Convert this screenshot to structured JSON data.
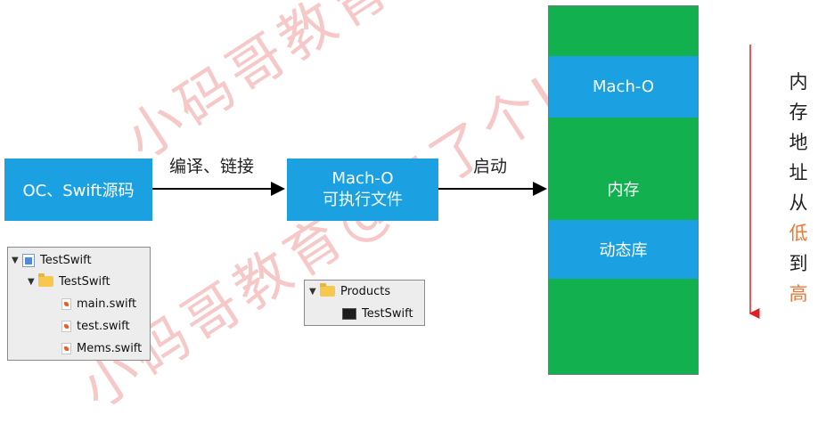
{
  "watermark": {
    "text": "小码哥教育@M了个J",
    "color": "#f6c8c8"
  },
  "colors": {
    "box_blue": "#1ba1e2",
    "memory_green": "#12b04f",
    "arrow_black": "#000000",
    "address_arrow_red": "#e02020",
    "highlight_orange": "#ee7733"
  },
  "source_box": {
    "label": "OC、Swift源码"
  },
  "edge1_label": "编译、链接",
  "macho_box": {
    "line1": "Mach-O",
    "line2": "可执行文件"
  },
  "edge2_label": "启动",
  "memory": {
    "segments": [
      {
        "label": "",
        "color": "green"
      },
      {
        "label": "Mach-O",
        "color": "blue"
      },
      {
        "label": "内存",
        "color": "green"
      },
      {
        "label": "动态库",
        "color": "blue"
      },
      {
        "label": "",
        "color": "green"
      }
    ]
  },
  "address_note": {
    "chars": [
      {
        "c": "内",
        "highlight": false
      },
      {
        "c": "存",
        "highlight": false
      },
      {
        "c": "地",
        "highlight": false
      },
      {
        "c": "址",
        "highlight": false
      },
      {
        "c": "从",
        "highlight": false
      },
      {
        "c": "低",
        "highlight": true
      },
      {
        "c": "到",
        "highlight": false
      },
      {
        "c": "高",
        "highlight": true
      }
    ]
  },
  "project_tree": {
    "items": [
      {
        "label": "TestSwift",
        "icon": "project-icon",
        "expanded": true
      },
      {
        "label": "TestSwift",
        "icon": "folder-icon",
        "expanded": true
      },
      {
        "label": "main.swift",
        "icon": "swift-file-icon"
      },
      {
        "label": "test.swift",
        "icon": "swift-file-icon"
      },
      {
        "label": "Mems.swift",
        "icon": "swift-file-icon"
      }
    ]
  },
  "products_tree": {
    "items": [
      {
        "label": "Products",
        "icon": "folder-icon",
        "expanded": true
      },
      {
        "label": "TestSwift",
        "icon": "executable-icon"
      }
    ]
  }
}
